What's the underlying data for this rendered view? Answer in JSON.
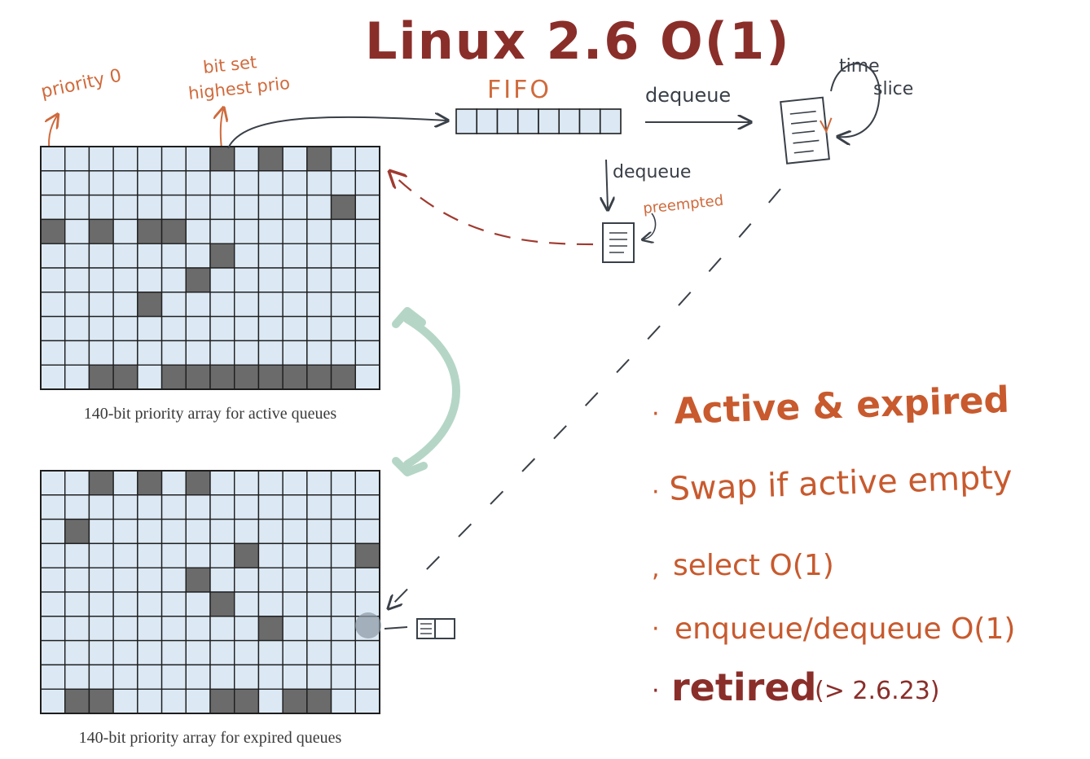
{
  "title": "Linux 2.6  O(1)",
  "annotations": {
    "priority_zero": "priority 0",
    "bit_set_line1": "bit set",
    "bit_set_line2": "highest prio",
    "fifo": "FIFO",
    "dequeue_right": "dequeue",
    "dequeue_down": "dequeue",
    "preempted": "preempted",
    "time_slice_line1": "time",
    "time_slice_line2": "slice"
  },
  "arrays": {
    "active": {
      "caption": "140-bit priority array for active queues",
      "rows": 10,
      "cols": 14,
      "filled": [
        [
          0,
          7
        ],
        [
          0,
          9
        ],
        [
          0,
          11
        ],
        [
          2,
          12
        ],
        [
          3,
          0
        ],
        [
          3,
          2
        ],
        [
          3,
          4
        ],
        [
          3,
          5
        ],
        [
          4,
          7
        ],
        [
          5,
          6
        ],
        [
          6,
          4
        ],
        [
          9,
          2
        ],
        [
          9,
          3
        ],
        [
          9,
          5
        ],
        [
          9,
          6
        ],
        [
          9,
          7
        ],
        [
          9,
          8
        ],
        [
          9,
          9
        ],
        [
          9,
          10
        ],
        [
          9,
          11
        ],
        [
          9,
          12
        ]
      ]
    },
    "expired": {
      "caption": "140-bit priority array for expired queues",
      "rows": 10,
      "cols": 14,
      "filled": [
        [
          0,
          2
        ],
        [
          0,
          4
        ],
        [
          0,
          6
        ],
        [
          2,
          1
        ],
        [
          3,
          8
        ],
        [
          3,
          13
        ],
        [
          4,
          6
        ],
        [
          5,
          7
        ],
        [
          6,
          9
        ],
        [
          9,
          1
        ],
        [
          9,
          2
        ],
        [
          9,
          7
        ],
        [
          9,
          8
        ],
        [
          9,
          10
        ],
        [
          9,
          11
        ]
      ]
    }
  },
  "fifo_cells": 8,
  "notes": [
    "Active & expired",
    "Swap if active empty",
    "select  O(1)",
    "enqueue/dequeue  O(1)",
    "retired"
  ],
  "retired_note": "(> 2.6.23)",
  "colors": {
    "title": "#8a2e2a",
    "annotation": "#d06a3c",
    "cell_empty": "#dce9f5",
    "cell_filled": "#6b6b6b",
    "grid_line": "#1e1e1e",
    "ink": "#3a4048",
    "dashed_red": "#a03a30",
    "swap_arrow": "#b5d6c6"
  }
}
